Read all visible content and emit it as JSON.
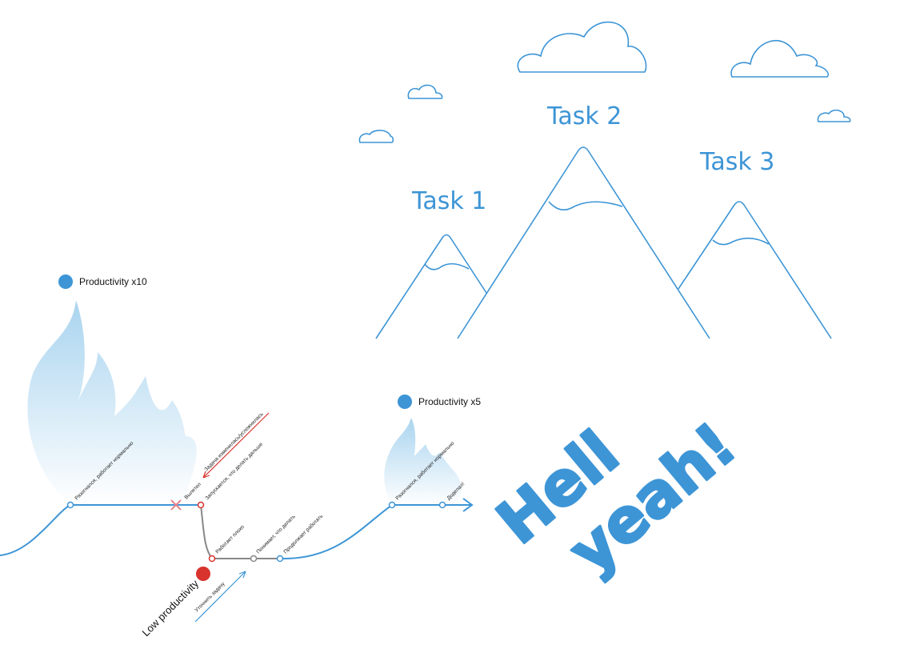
{
  "colors": {
    "blue": "#3d95d6",
    "red": "#d8332d",
    "gray": "#888888",
    "flame": "#bcdff3"
  },
  "tasks": [
    {
      "label": "Task 1"
    },
    {
      "label": "Task 2"
    },
    {
      "label": "Task 3"
    }
  ],
  "productivity": {
    "high": "Productivity x10",
    "medium": "Productivity x5",
    "low": "Low productivity"
  },
  "steps": {
    "a1": "Разогнался, работает нормально",
    "a2": "Вылетел",
    "a3": "Запускается, что делать дальше",
    "a4": "Задача изменилась/усложнилась",
    "b1": "Работает плохо",
    "b2": "Понимает, что делать",
    "b3": "Продолжает работать",
    "b4": "Уточнить задачу",
    "c1": "Разогнался, работает нормально",
    "c2": "Доделал!"
  },
  "slogan": {
    "line1": "Hell",
    "line2": "yeah!"
  }
}
